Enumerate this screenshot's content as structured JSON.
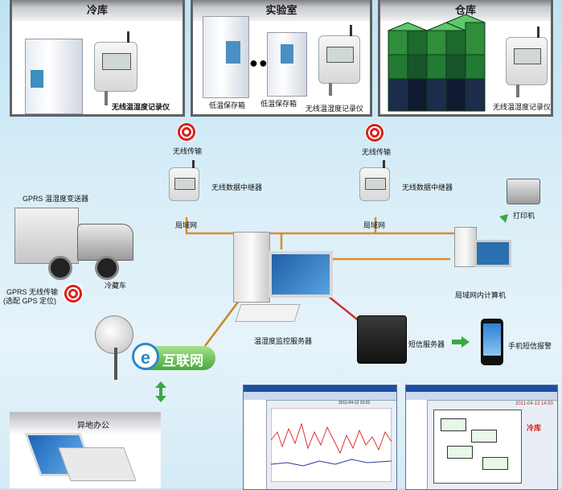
{
  "panels": {
    "cold_storage": {
      "title": "冷库",
      "logger_label": "无线温湿度记录仪"
    },
    "lab": {
      "title": "实验室",
      "fridge1_label": "低温保存箱",
      "fridge2_label": "低温保存箱",
      "logger_label": "无线温湿度记录仪"
    },
    "warehouse": {
      "title": "仓库",
      "logger_label": "无线温湿度记录仪"
    }
  },
  "network": {
    "wireless_left": "无线传输",
    "wireless_right": "无线传输",
    "repeater_left": "无线数据中继器",
    "repeater_right": "无线数据中继器",
    "lan_left": "局域网",
    "lan_right": "局域网",
    "printer": "打印机",
    "lan_pc": "局域网内计算机",
    "gprs_transmitter": "GPRS 温湿度变送器",
    "truck": "冷藏车",
    "gprs_wireless_line1": "GPRS 无线传输",
    "gprs_wireless_line2": "(选配 GPS 定位)",
    "internet": "互联网",
    "server": "温湿度监控服务器",
    "sms_server": "短信服务器",
    "sms_alarm": "手机短信报警",
    "remote_office": "异地办公"
  },
  "screens": {
    "left_time": "2011-04-13 10:02",
    "right_title": "冷库",
    "right_time": "2011-04-13 14:50"
  },
  "colors": {
    "arrow_green": "#3aa845",
    "wire_orange": "#e08a2a",
    "wire_red": "#c33",
    "internet_blue": "#2b88c9"
  }
}
